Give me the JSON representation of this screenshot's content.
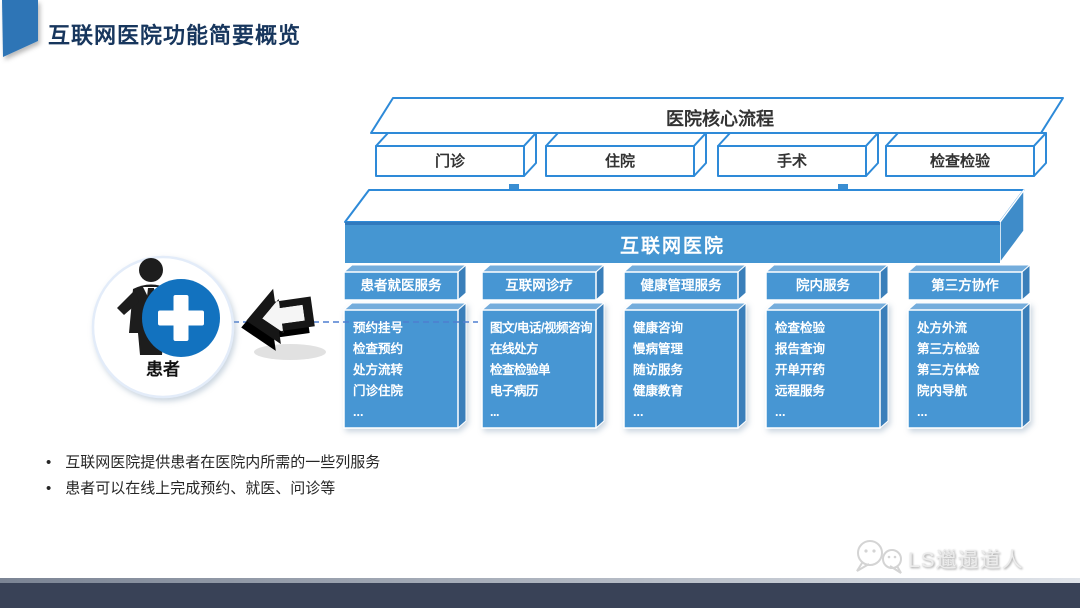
{
  "slide": {
    "title": "互联网医院功能简要概览"
  },
  "core_process": {
    "title": "医院核心流程",
    "steps": [
      "门诊",
      "住院",
      "手术",
      "检查检验"
    ]
  },
  "platform": {
    "label": "互联网医院"
  },
  "patient": {
    "label": "患者"
  },
  "columns": [
    {
      "header": "患者就医服务",
      "items": [
        "预约挂号",
        "检查预约",
        "处方流转",
        "门诊住院",
        "..."
      ]
    },
    {
      "header": "互联网诊疗",
      "items": [
        "图文/电话/视频咨询",
        "在线处方",
        "检查检验单",
        "电子病历",
        "..."
      ]
    },
    {
      "header": "健康管理服务",
      "items": [
        "健康咨询",
        "慢病管理",
        "随访服务",
        "健康教育",
        "..."
      ]
    },
    {
      "header": "院内服务",
      "items": [
        "检查检验",
        "报告查询",
        "开单开药",
        "远程服务",
        "..."
      ]
    },
    {
      "header": "第三方协作",
      "items": [
        "处方外流",
        "第三方检验",
        "第三方体检",
        "院内导航",
        "..."
      ]
    }
  ],
  "notes": {
    "bullet": "•",
    "lines": [
      "互联网医院提供患者在医院内所需的一些列服务",
      "患者可以在线上完成预约、就医、问诊等"
    ]
  },
  "watermark": {
    "text": "LS邋遢道人"
  },
  "icons": {
    "ribbon": "corner-ribbon",
    "patient": "businessperson-icon",
    "cross": "medical-cross-icon",
    "flow_arrow": "back-arrow-3d-icon",
    "down_arrow": "down-arrow-icon",
    "watermark_icon": "chat-bubbles-icon"
  },
  "colors": {
    "accent_blue": "#2e75b6",
    "outline_blue": "#2e8ad8",
    "box_blue": "#4796d3",
    "box_top_blue": "#74addc",
    "box_side_blue": "#3a7fba",
    "title_navy": "#17365d",
    "footer_navy": "#394257",
    "cross_blue": "#1272bf"
  }
}
